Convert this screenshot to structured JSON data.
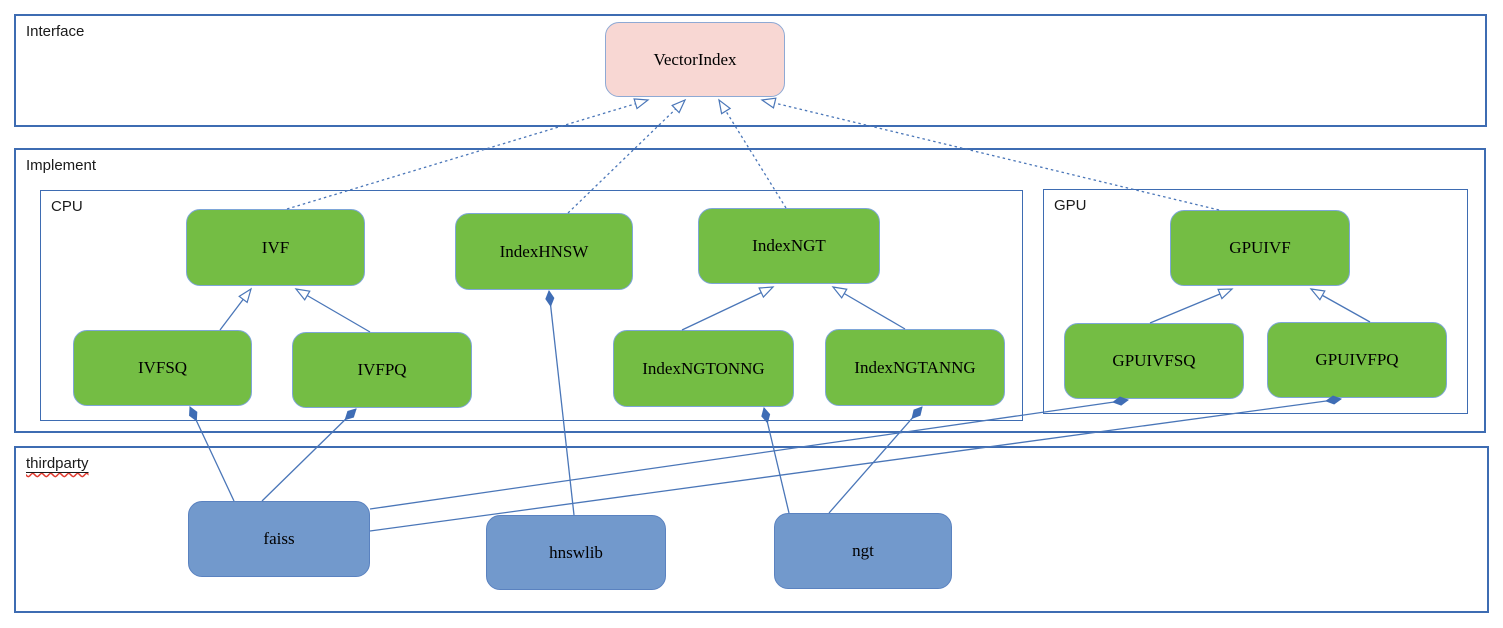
{
  "containers": {
    "interface": {
      "label": "Interface"
    },
    "implement": {
      "label": "Implement"
    },
    "cpu": {
      "label": "CPU"
    },
    "gpu": {
      "label": "GPU"
    },
    "thirdparty": {
      "label": "thirdparty",
      "spellcheck_squiggle": true
    }
  },
  "nodes": {
    "vectorindex": {
      "label": "VectorIndex",
      "kind": "interface",
      "fill": "#f8d7d3"
    },
    "ivf": {
      "label": "IVF",
      "kind": "cpu-class",
      "fill": "#74bd44"
    },
    "indexhnsw": {
      "label": "IndexHNSW",
      "kind": "cpu-class",
      "fill": "#74bd44"
    },
    "indexngt": {
      "label": "IndexNGT",
      "kind": "cpu-class",
      "fill": "#74bd44"
    },
    "ivfsq": {
      "label": "IVFSQ",
      "kind": "cpu-class",
      "fill": "#74bd44"
    },
    "ivfpq": {
      "label": "IVFPQ",
      "kind": "cpu-class",
      "fill": "#74bd44"
    },
    "indexngtonng": {
      "label": "IndexNGTONNG",
      "kind": "cpu-class",
      "fill": "#74bd44"
    },
    "indexngtanng": {
      "label": "IndexNGTANNG",
      "kind": "cpu-class",
      "fill": "#74bd44"
    },
    "gpuivf": {
      "label": "GPUIVF",
      "kind": "gpu-class",
      "fill": "#74bd44"
    },
    "gpuivfsq": {
      "label": "GPUIVFSQ",
      "kind": "gpu-class",
      "fill": "#74bd44"
    },
    "gpuivfpq": {
      "label": "GPUIVFPQ",
      "kind": "gpu-class",
      "fill": "#74bd44"
    },
    "faiss": {
      "label": "faiss",
      "kind": "thirdparty-lib",
      "fill": "#7299cc"
    },
    "hnswlib": {
      "label": "hnswlib",
      "kind": "thirdparty-lib",
      "fill": "#7299cc"
    },
    "ngt": {
      "label": "ngt",
      "kind": "thirdparty-lib",
      "fill": "#7299cc"
    }
  },
  "edges": [
    {
      "from": "IVF",
      "to": "VectorIndex",
      "type": "realization",
      "style": "dashed-hollow-arrow"
    },
    {
      "from": "IndexHNSW",
      "to": "VectorIndex",
      "type": "realization",
      "style": "dashed-hollow-arrow"
    },
    {
      "from": "IndexNGT",
      "to": "VectorIndex",
      "type": "realization",
      "style": "dashed-hollow-arrow"
    },
    {
      "from": "GPUIVF",
      "to": "VectorIndex",
      "type": "realization",
      "style": "dashed-hollow-arrow"
    },
    {
      "from": "IVFSQ",
      "to": "IVF",
      "type": "inheritance",
      "style": "solid-hollow-arrow"
    },
    {
      "from": "IVFPQ",
      "to": "IVF",
      "type": "inheritance",
      "style": "solid-hollow-arrow"
    },
    {
      "from": "IndexNGTONNG",
      "to": "IndexNGT",
      "type": "inheritance",
      "style": "solid-hollow-arrow"
    },
    {
      "from": "IndexNGTANNG",
      "to": "IndexNGT",
      "type": "inheritance",
      "style": "solid-hollow-arrow"
    },
    {
      "from": "GPUIVFSQ",
      "to": "GPUIVF",
      "type": "inheritance",
      "style": "solid-hollow-arrow"
    },
    {
      "from": "GPUIVFPQ",
      "to": "GPUIVF",
      "type": "inheritance",
      "style": "solid-hollow-arrow"
    },
    {
      "from": "faiss",
      "to": "IVFSQ",
      "type": "composition",
      "style": "solid-filled-diamond"
    },
    {
      "from": "faiss",
      "to": "IVFPQ",
      "type": "composition",
      "style": "solid-filled-diamond"
    },
    {
      "from": "hnswlib",
      "to": "IndexHNSW",
      "type": "composition",
      "style": "solid-filled-diamond"
    },
    {
      "from": "ngt",
      "to": "IndexNGTONNG",
      "type": "composition",
      "style": "solid-filled-diamond"
    },
    {
      "from": "ngt",
      "to": "IndexNGTANNG",
      "type": "composition",
      "style": "solid-filled-diamond"
    },
    {
      "from": "faiss",
      "to": "GPUIVFSQ",
      "type": "composition",
      "style": "solid-filled-diamond"
    },
    {
      "from": "faiss",
      "to": "GPUIVFPQ",
      "type": "composition",
      "style": "solid-filled-diamond"
    }
  ],
  "colors": {
    "node_green": "#74bd44",
    "node_pink": "#f8d7d3",
    "node_blue": "#7299cc",
    "edge_blue": "#4a76b8",
    "diamond_fill": "#3f6db5",
    "container_border": "#3e6cb2",
    "spellcheck_red": "#e03c31",
    "text": "#000000"
  }
}
